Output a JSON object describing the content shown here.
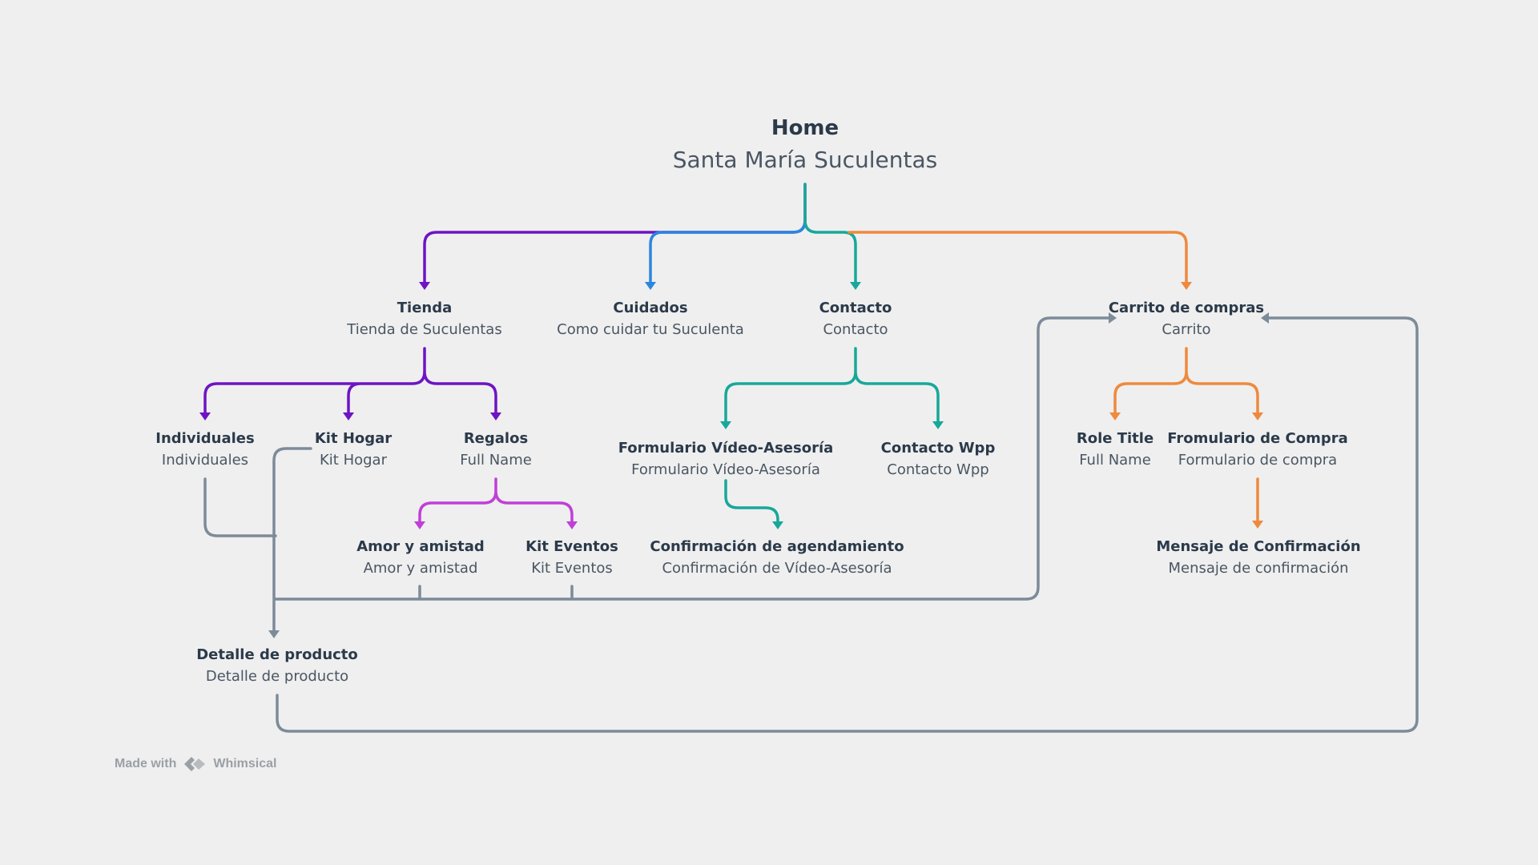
{
  "diagram": {
    "root": {
      "title": "Home",
      "subtitle": "Santa María Suculentas"
    },
    "nodes": {
      "tienda": {
        "title": "Tienda",
        "subtitle": "Tienda de Suculentas"
      },
      "cuidados": {
        "title": "Cuidados",
        "subtitle": "Como cuidar tu Suculenta"
      },
      "contacto": {
        "title": "Contacto",
        "subtitle": "Contacto"
      },
      "carrito": {
        "title": "Carrito de compras",
        "subtitle": "Carrito"
      },
      "individuales": {
        "title": "Individuales",
        "subtitle": "Individuales"
      },
      "kit_hogar": {
        "title": "Kit Hogar",
        "subtitle": "Kit Hogar"
      },
      "regalos": {
        "title": "Regalos",
        "subtitle": "Full Name"
      },
      "formulario_video": {
        "title": "Formulario Vídeo-Asesoría",
        "subtitle": "Formulario  Vídeo-Asesoría"
      },
      "contacto_wpp": {
        "title": "Contacto Wpp",
        "subtitle": "Contacto Wpp"
      },
      "role_title": {
        "title": "Role Title",
        "subtitle": "Full Name"
      },
      "formulario_compra": {
        "title": "Fromulario de Compra",
        "subtitle": "Formulario de compra"
      },
      "amor_amistad": {
        "title": "Amor y amistad",
        "subtitle": "Amor y amistad"
      },
      "kit_eventos": {
        "title": "Kit Eventos",
        "subtitle": "Kit Eventos"
      },
      "confirmacion_agenda": {
        "title": "Confirmación de agendamiento",
        "subtitle": "Confirmación de Vídeo-Asesoría"
      },
      "mensaje_confirmacion": {
        "title": "Mensaje de Confirmación",
        "subtitle": "Mensaje de confirmación"
      },
      "detalle_producto": {
        "title": "Detalle de producto",
        "subtitle": "Detalle de producto"
      }
    },
    "colors": {
      "tienda_branch": "#6e14c4",
      "cuidados_branch": "#2b86de",
      "contacto_branch": "#17a89a",
      "carrito_branch": "#ee8a3e",
      "regalos_branch": "#c03fd8",
      "link_gray": "#7d8b99",
      "background": "#efefef"
    }
  },
  "watermark": {
    "made_with": "Made with",
    "brand": "Whimsical",
    "icon": "whimsical-logo-icon"
  }
}
